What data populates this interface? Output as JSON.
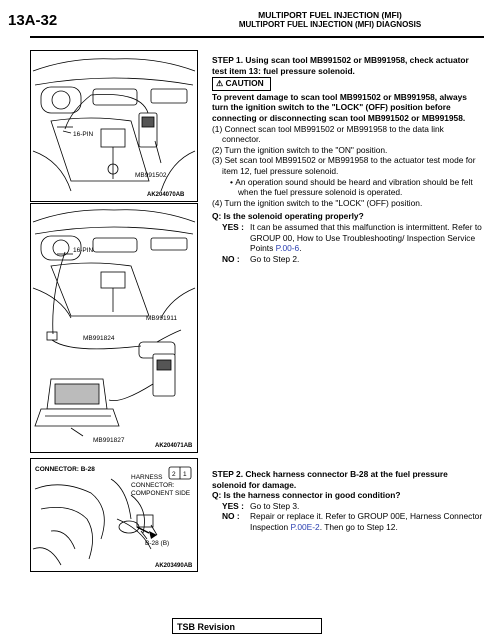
{
  "header": {
    "page_number": "13A-32",
    "title": "MULTIPORT FUEL INJECTION (MFI)",
    "subtitle": "MULTIPORT FUEL INJECTION (MFI) DIAGNOSIS"
  },
  "figures": {
    "fig1": {
      "label_pin": "16-PIN",
      "label_tool": "MB991502",
      "code": "AK204070AB"
    },
    "fig2": {
      "label_pin": "16-PIN",
      "label_a": "MB991911",
      "label_b": "MB991824",
      "label_c": "MB991827",
      "code": "AK204071AB"
    },
    "fig3": {
      "title": "CONNECTOR: B-28",
      "harness_line1": "HARNESS",
      "harness_line2": "CONNECTOR:",
      "harness_line3": "COMPONENT SIDE",
      "pin1": "2",
      "pin2": "1",
      "conn_label": "B-28 (B)",
      "code": "AK203490AB"
    }
  },
  "step1": {
    "heading": "STEP 1. Using scan tool MB991502 or MB991958, check actuator test item 13: fuel pressure solenoid.",
    "caution_label": "CAUTION",
    "caution_text": "To prevent damage to scan tool MB991502 or MB991958, always turn the ignition switch to the \"LOCK\" (OFF) position before connecting or disconnecting scan tool MB991502 or MB991958.",
    "items": [
      "(1) Connect scan tool MB991502 or MB991958 to the data link connector.",
      "(2) Turn the ignition switch to the \"ON\" position.",
      "(3) Set scan tool MB991502 or MB991958 to the actuator test mode for item 12, fuel pressure solenoid."
    ],
    "bullet": "An operation sound should be heard and vibration should be felt when the fuel pressure solenoid is operated.",
    "item4": "(4) Turn the ignition switch to the \"LOCK\" (OFF) position.",
    "question": "Q: Is the solenoid operating properly?",
    "yes_key": "YES :",
    "yes_text": "It can be assumed that this malfunction is intermittent. Refer to GROUP 00, How to Use Troubleshooting/ Inspection Service Points ",
    "yes_link": "P.00-6",
    "yes_end": ".",
    "no_key": "NO :",
    "no_text": "Go to Step 2."
  },
  "step2": {
    "heading": "STEP 2. Check harness connector B-28 at the fuel pressure solenoid for damage.",
    "question": "Q: Is the harness connector in good condition?",
    "yes_key": "YES :",
    "yes_text": "Go to Step 3.",
    "no_key": "NO :",
    "no_text": "Repair or replace it. Refer to GROUP 00E, Harness Connector Inspection ",
    "no_link": "P.00E-2",
    "no_end": ". Then go to Step 12."
  },
  "footer": {
    "tsb": "TSB Revision"
  }
}
